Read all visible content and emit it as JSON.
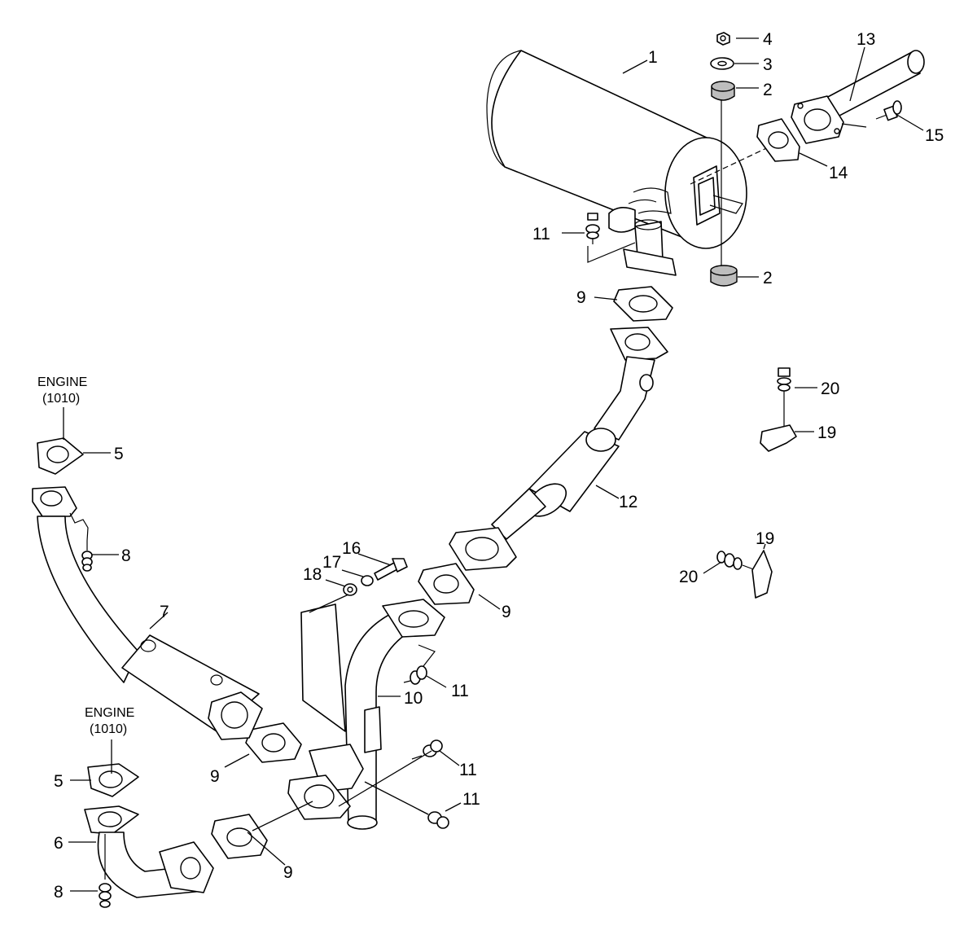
{
  "engine_labels": [
    {
      "line1": "ENGINE",
      "line2": "(1010)"
    },
    {
      "line1": "ENGINE",
      "line2": "(1010)"
    }
  ],
  "callouts": {
    "c1": "1",
    "c2a": "2",
    "c2b": "2",
    "c3": "3",
    "c4": "4",
    "c5a": "5",
    "c5b": "5",
    "c6": "6",
    "c7": "7",
    "c8a": "8",
    "c8b": "8",
    "c9a": "9",
    "c9b": "9",
    "c9c": "9",
    "c9d": "9",
    "c10": "10",
    "c11a": "11",
    "c11b": "11",
    "c11c": "11",
    "c11d": "11",
    "c12": "12",
    "c13": "13",
    "c14": "14",
    "c15": "15",
    "c16": "16",
    "c17": "17",
    "c18": "18",
    "c19a": "19",
    "c19b": "19",
    "c20a": "20",
    "c20b": "20"
  }
}
